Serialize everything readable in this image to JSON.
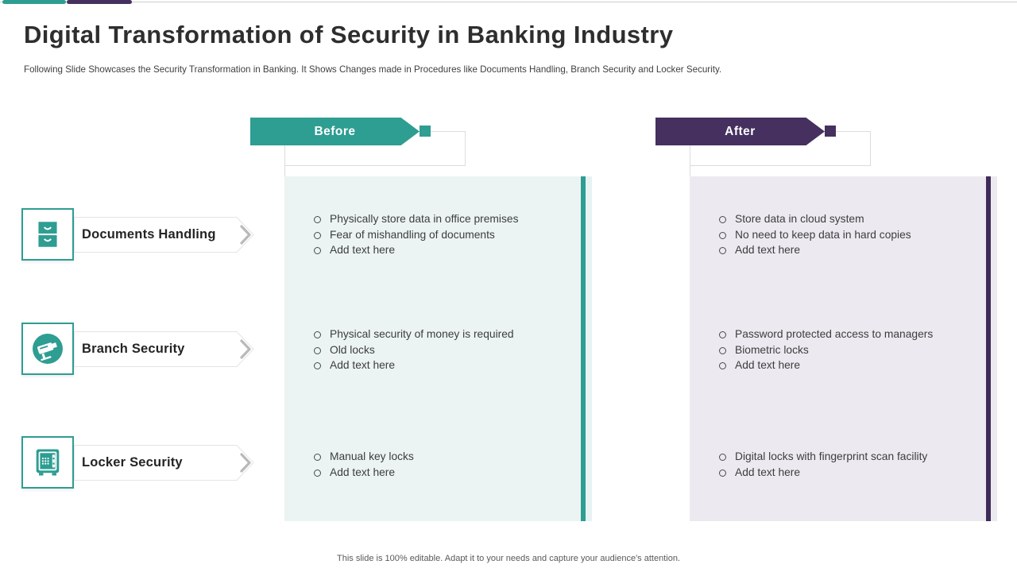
{
  "slide": {
    "title": "Digital Transformation of Security in Banking Industry",
    "subtitle": "Following Slide Showcases the Security Transformation in Banking. It Shows Changes made in Procedures like Documents Handling, Branch Security and Locker Security.",
    "footer": "This slide is 100% editable. Adapt it to your needs and capture your audience's attention."
  },
  "colors": {
    "teal_accent": "#2E9D92",
    "purple_accent": "#45305F",
    "before_panel_bg": "#EBF4F3",
    "after_panel_bg": "#ECE9F0",
    "title_text": "#2E2E2E",
    "body_text": "#3D3D3D",
    "connector_gray": "#DCDCDC"
  },
  "columns": {
    "before": {
      "label": "Before"
    },
    "after": {
      "label": "After"
    }
  },
  "rows": [
    {
      "label": "Documents Handling",
      "icon": "file-cabinet-icon",
      "before": [
        "Physically store data in office premises",
        "Fear of mishandling of documents",
        "Add text here"
      ],
      "after": [
        "Store data in cloud system",
        "No need to keep data in hard copies",
        "Add text here"
      ]
    },
    {
      "label": "Branch Security",
      "icon": "cctv-camera-icon",
      "before": [
        "Physical security of money is required",
        "Old locks",
        "Add text here"
      ],
      "after": [
        "Password protected access to managers",
        "Biometric locks",
        "Add text here"
      ]
    },
    {
      "label": "Locker Security",
      "icon": "safe-locker-icon",
      "before": [
        "Manual key locks",
        "Add text here"
      ],
      "after": [
        "Digital locks with fingerprint scan facility",
        "Add text here"
      ]
    }
  ]
}
